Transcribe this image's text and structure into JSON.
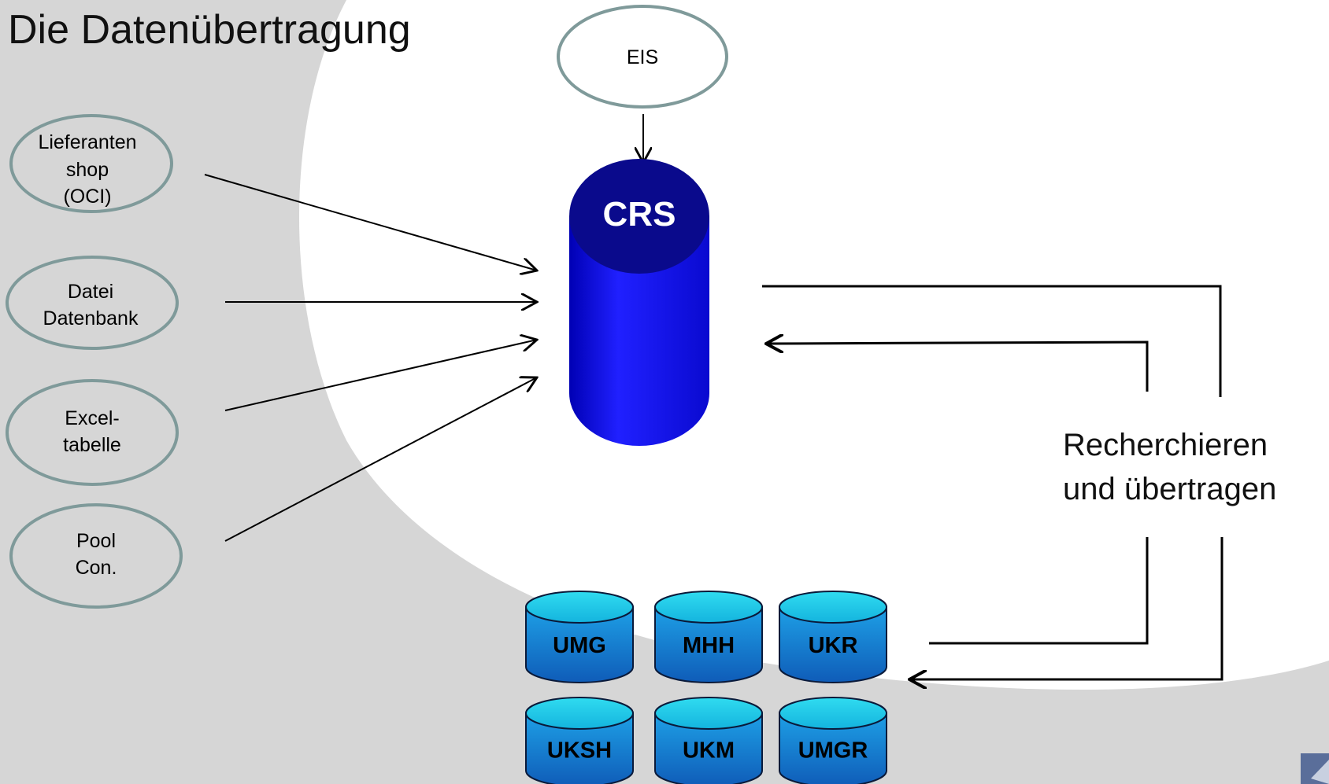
{
  "title": "Die Datenübertragung",
  "eis": "EIS",
  "crs": "CRS",
  "sources": [
    {
      "lines": [
        "Lieferanten",
        "shop",
        "(OCI)"
      ]
    },
    {
      "lines": [
        "Datei",
        "Datenbank"
      ]
    },
    {
      "lines": [
        "Excel-",
        "tabelle"
      ]
    },
    {
      "lines": [
        "Pool",
        "Con."
      ]
    }
  ],
  "databases": [
    "UMG",
    "MHH",
    "UKR",
    "UKSH",
    "UKM",
    "UMGR"
  ],
  "annotation": [
    "Recherchieren",
    "und übertragen"
  ],
  "colors": {
    "crs_body": "#1010e6",
    "crs_top": "#0a0a8c",
    "db_body": "#1a86d4",
    "db_top": "#20c8e8",
    "ellipse_stroke": "#7f9a9a",
    "background": "#d6d6d6"
  }
}
